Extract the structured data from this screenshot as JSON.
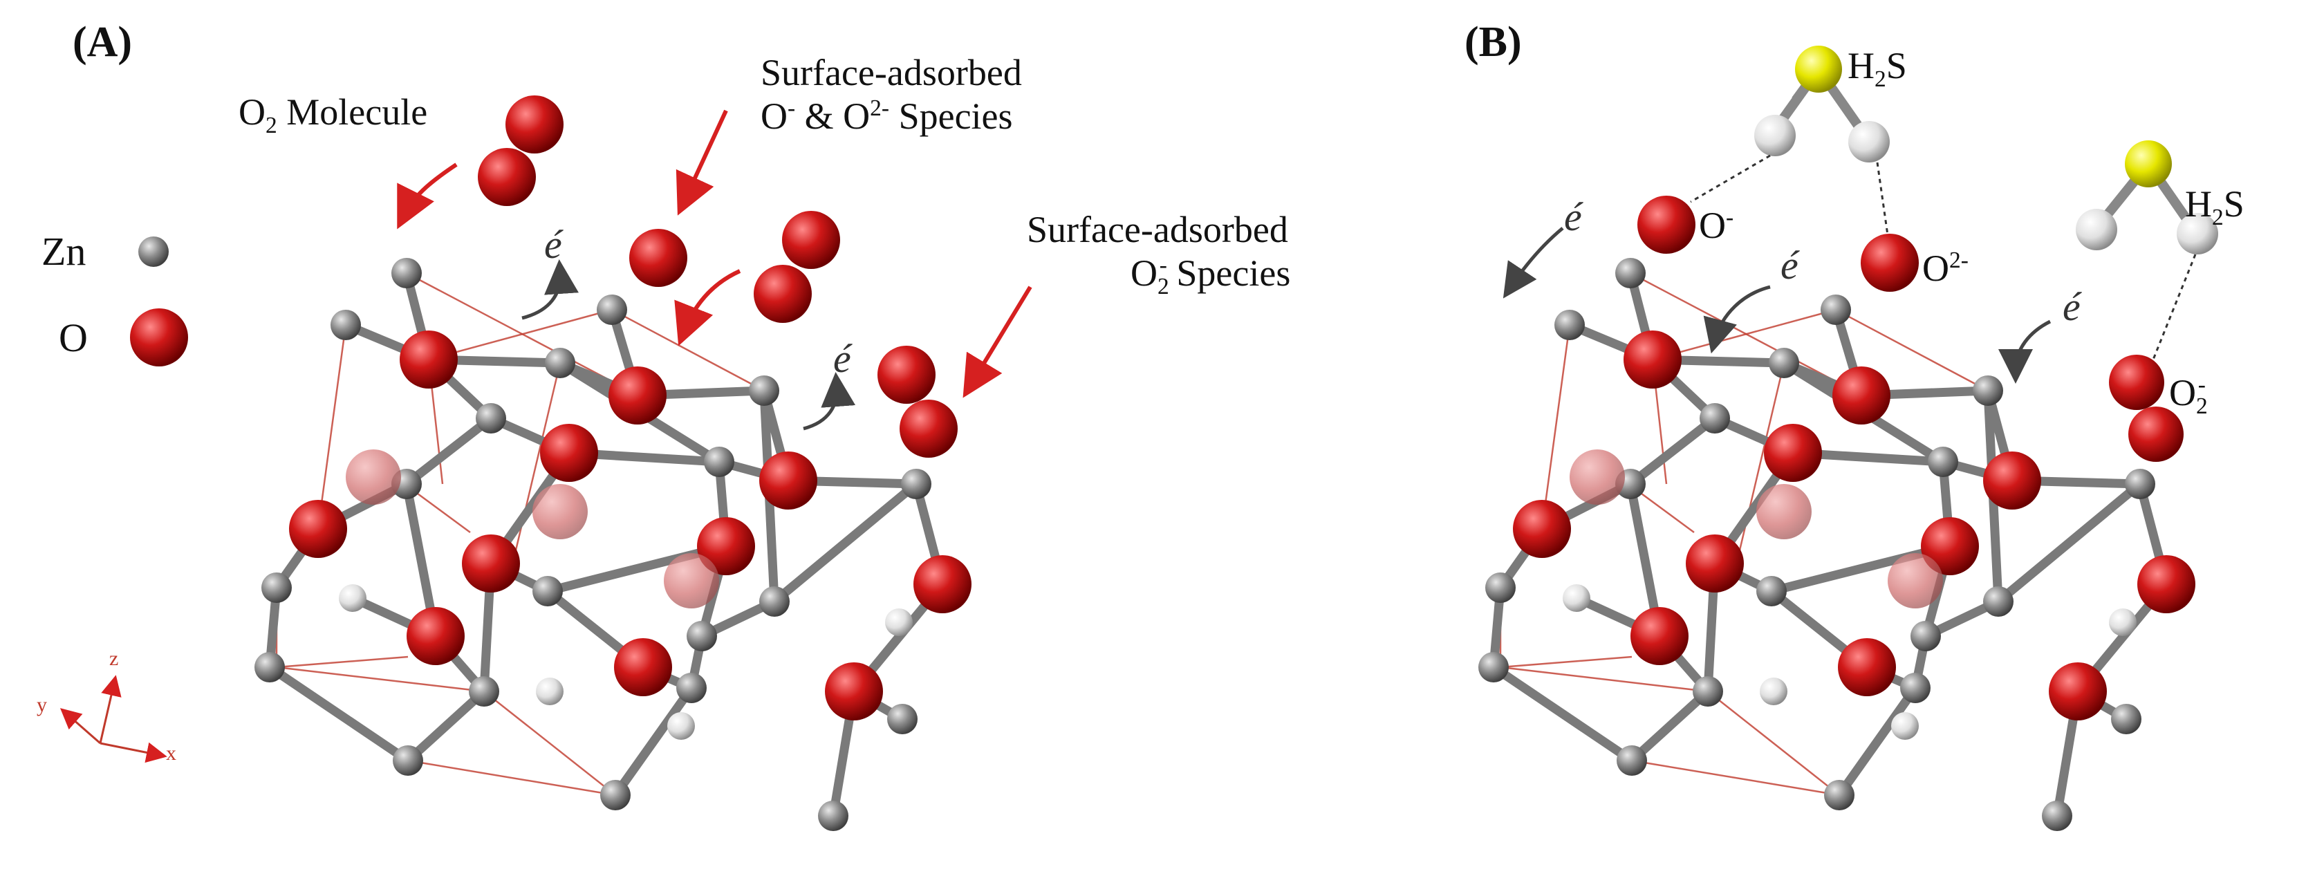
{
  "panels": {
    "a": {
      "label": "(A)"
    },
    "b": {
      "label": "(B)"
    }
  },
  "legend": {
    "zn": {
      "label": "Zn",
      "color": "#808080"
    },
    "o": {
      "label": "O",
      "color": "#c81414"
    }
  },
  "annotations_a": {
    "o2_molecule": {
      "main": "O",
      "sub": "2",
      "rest": " Molecule"
    },
    "o_species": {
      "line1": "Surface-adsorbed",
      "o1": "O",
      "o1_sup": "-",
      "amp": " & ",
      "o2": "O",
      "o2_sup": "2-",
      "rest": " Species"
    },
    "o2_species": {
      "line1": "Surface-adsorbed",
      "o": "O",
      "sub": "2",
      "sup": "-",
      "rest": " Species"
    },
    "electron": "é"
  },
  "annotations_b": {
    "h2s_1": {
      "h": "H",
      "sub": "2",
      "s": "S"
    },
    "h2s_2": {
      "h": "H",
      "sub": "2",
      "s": "S"
    },
    "o_minus": {
      "o": "O",
      "sup": "-"
    },
    "o_2minus": {
      "o": "O",
      "sup": "2-"
    },
    "o2_minus": {
      "o": "O",
      "sub": "2",
      "sup": "-"
    },
    "electron": "é"
  },
  "axes": {
    "x": "x",
    "y": "y",
    "z": "z"
  },
  "colors": {
    "zn_atom": "#8a8a8a",
    "o_atom": "#c81414",
    "s_atom": "#e6e600",
    "h_atom": "#e0e0e0",
    "bond": "#7a7a7a",
    "cell_line": "#c0392b",
    "arrow_red": "#d62020",
    "arrow_dark": "#444444"
  }
}
